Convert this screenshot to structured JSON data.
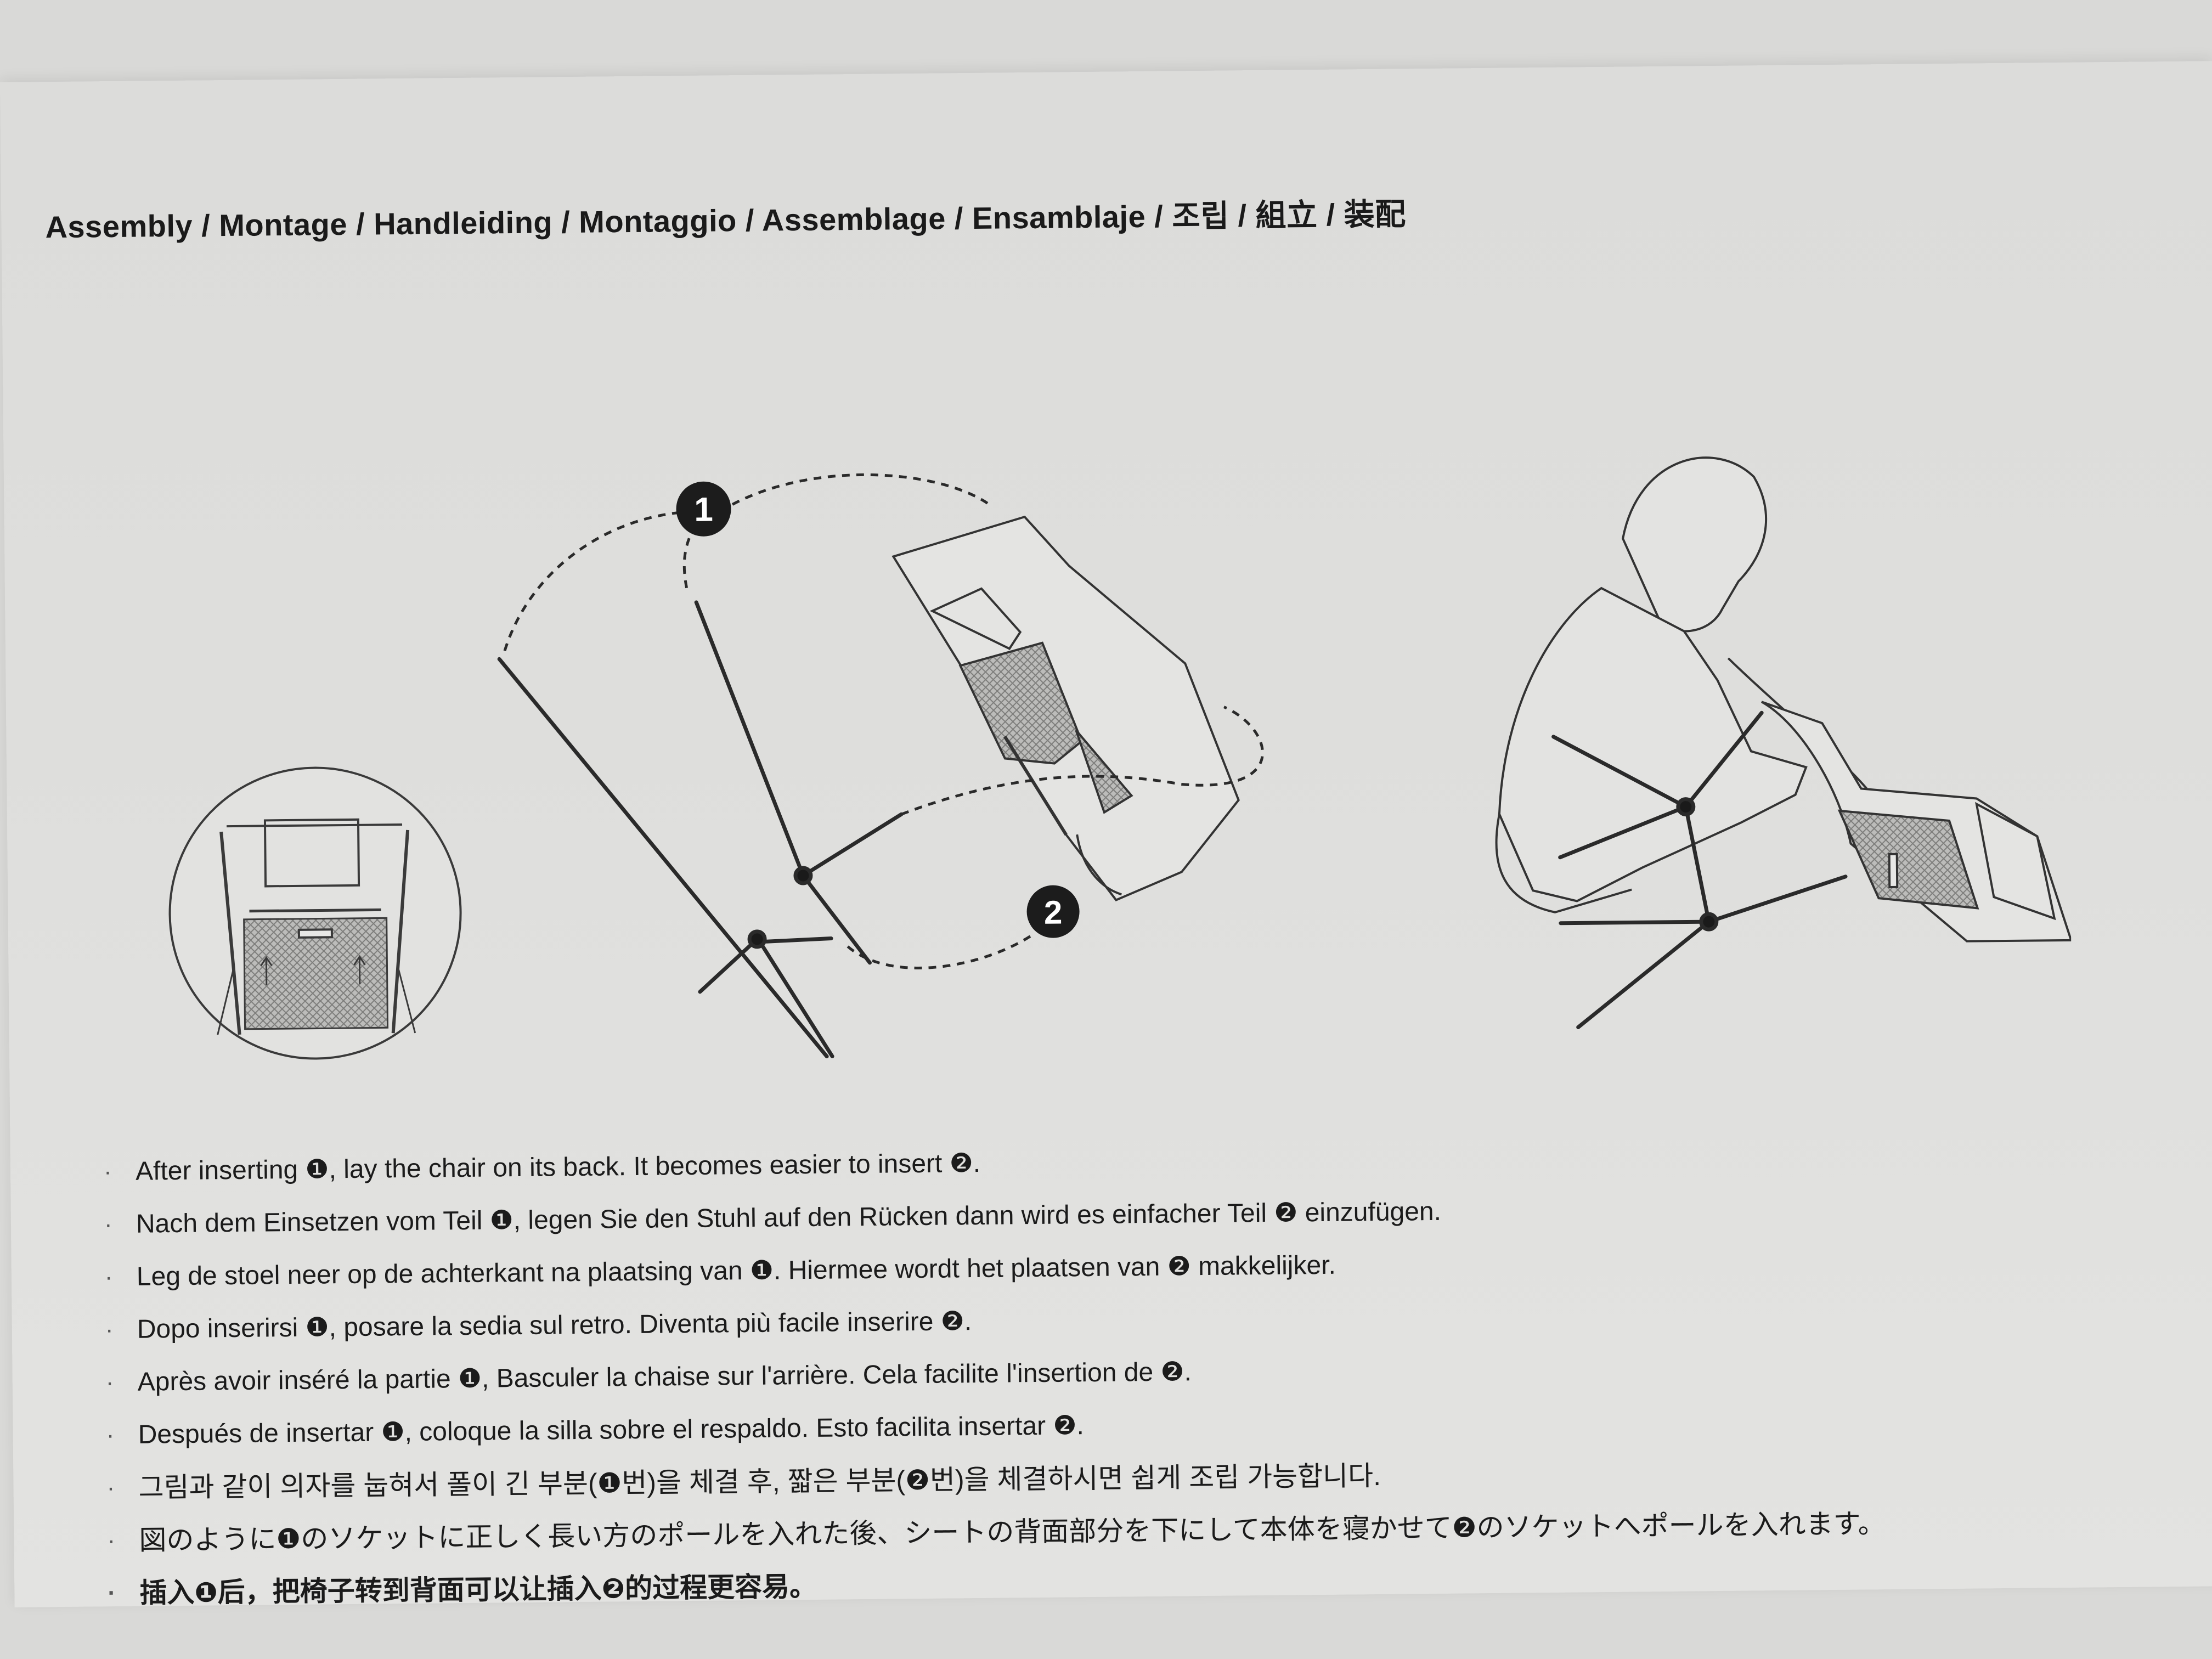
{
  "title": "Assembly / Montage / Handleiding / Montaggio / Assemblage / Ensamblaje / 조립 / 組立 / 装配",
  "figure": {
    "callout_1": "1",
    "callout_2": "2"
  },
  "instructions": [
    "After inserting ❶, lay the chair on its back. It becomes easier to insert ❷.",
    "Nach dem Einsetzen vom Teil ❶, legen Sie den Stuhl auf den Rücken dann wird es einfacher Teil ❷ einzufügen.",
    "Leg de stoel neer op de achterkant na plaatsing van ❶. Hiermee wordt het plaatsen van ❷ makkelijker.",
    "Dopo inserirsi ❶, posare la sedia sul retro. Diventa più facile inserire ❷.",
    "Après avoir inséré la partie ❶, Basculer la chaise sur l'arrière. Cela facilite l'insertion de ❷.",
    "Después de insertar ❶, coloque la silla sobre el respaldo. Esto facilita insertar ❷.",
    "그림과 같이 의자를 눕혀서 폴이 긴 부분(❶번)을 체결 후, 짧은 부분(❷번)을 체결하시면 쉽게 조립 가능합니다.",
    "図のように❶のソケットに正しく長い方のポールを入れた後、シートの背面部分を下にして本体を寝かせて❷のソケットへポールを入れます。",
    "插入❶后，把椅子转到背面可以让插入❷的过程更容易。"
  ]
}
